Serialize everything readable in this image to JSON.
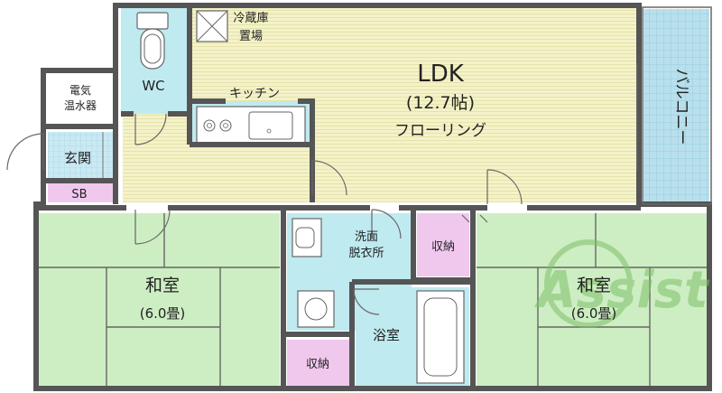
{
  "rooms": {
    "ldk": {
      "name": "LDK",
      "size": "(12.7帖)",
      "floor": "フローリング"
    },
    "kitchen": {
      "name": "キッチン"
    },
    "fridge": {
      "line1": "冷蔵庫",
      "line2": "置場"
    },
    "wc": {
      "name": "WC"
    },
    "water_heater": {
      "line1": "電気",
      "line2": "温水器"
    },
    "entrance": {
      "name": "玄関"
    },
    "shoe_box": {
      "name": "SB"
    },
    "balcony": {
      "name": "バルコニー"
    },
    "washroom": {
      "line1": "洗面",
      "line2": "脱衣所"
    },
    "closet_center": {
      "name": "収納"
    },
    "closet_bottom": {
      "name": "収納"
    },
    "bath": {
      "name": "浴室"
    },
    "washitsu_left": {
      "name": "和室",
      "size": "(6.0畳)"
    },
    "washitsu_right": {
      "name": "和室",
      "size": "(6.0畳)"
    }
  },
  "watermark": {
    "text": "Assist"
  },
  "colors": {
    "ldk_floor": "#f3f1c6",
    "tatami": "#cdeec3",
    "wet_area": "#bfeaf0",
    "closet": "#f0c8ee",
    "balcony": "#b8e0ec",
    "walls": "#555555",
    "watermark": "#7fbf6a"
  }
}
